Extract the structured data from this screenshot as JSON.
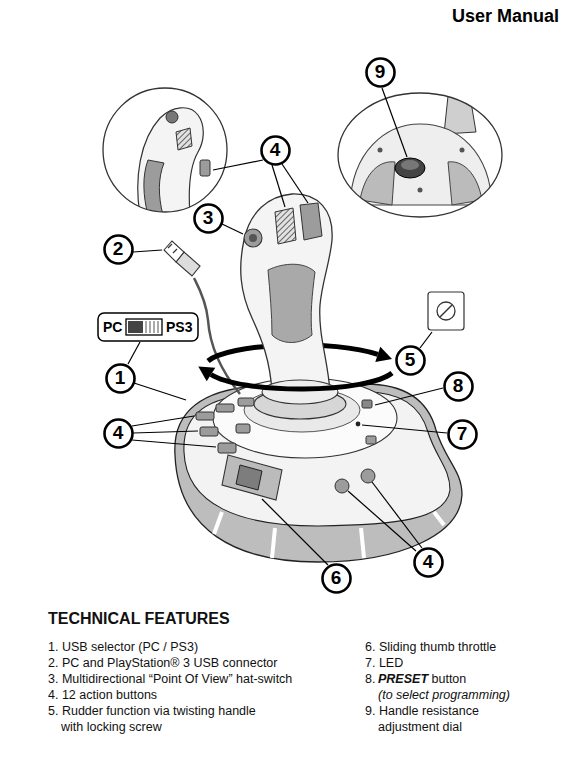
{
  "diagram": {
    "title": "User Manual",
    "nodes": [
      {
        "text": [
          "9"
        ]
      },
      {
        "text": [
          "4"
        ]
      },
      {
        "text": [
          "3"
        ]
      },
      {
        "text": [
          "2"
        ]
      },
      {
        "text": [
          "5"
        ]
      },
      {
        "text": [
          "1"
        ]
      },
      {
        "text": [
          "8"
        ]
      },
      {
        "text": [
          "4"
        ]
      },
      {
        "text": [
          "7"
        ]
      },
      {
        "text": [
          "4"
        ]
      },
      {
        "text": [
          "6"
        ]
      }
    ],
    "labels": [
      "PC",
      "PS3",
      "TECHNICAL FEATURES",
      "1. USB selector (PC / PS3)",
      "2. PC and PlayStation® 3 USB connector",
      "3. Multidirectional “Point Of View” hat-switch",
      "4. 12 action buttons",
      "5. Rudder function via twisting handle with locking screw",
      "6. Sliding thumb throttle",
      "7. LED",
      "8.",
      "PRESET",
      "button",
      "(to select programming)",
      "9. Handle resistance adjustment dial"
    ]
  }
}
